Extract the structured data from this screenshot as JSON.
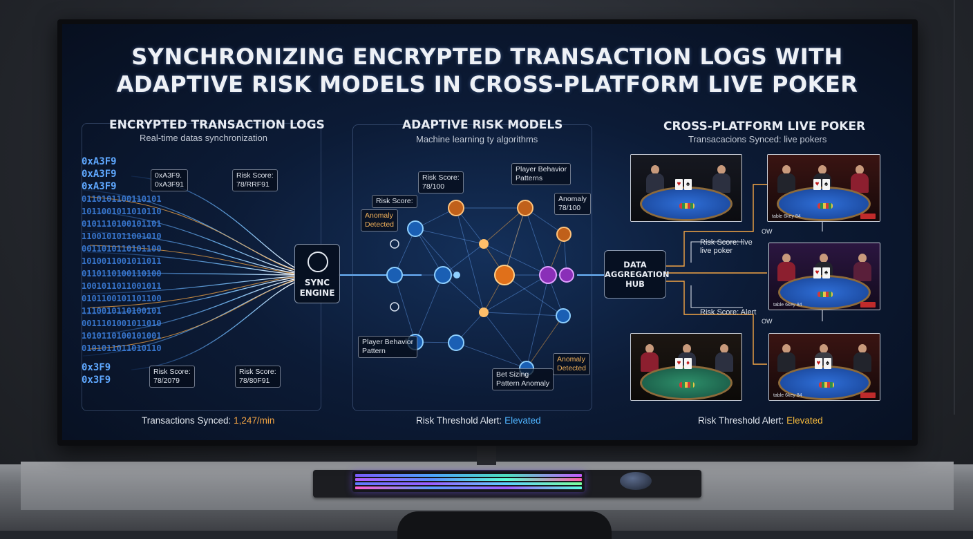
{
  "title": {
    "line1": "SYNCHRONIZING ENCRYPTED TRANSACTION LOGS WITH",
    "line2": "ADAPTIVE RISK MODELS IN CROSS-PLATFORM LIVE POKER"
  },
  "left_panel": {
    "title": "ENCRYPTED TRANSACTION LOGS",
    "subtitle": "Real-time datas synchronization",
    "hex_rows": [
      "0xA3F9",
      "0xA3F9",
      "0xA3F9"
    ],
    "hex_bottom": [
      "0x3F9",
      "0x3F9"
    ],
    "tags": {
      "hex_tag_line1": "0xA3F9.",
      "hex_tag_line2": "0xA3F91",
      "risk_top_line1": "Risk Score:",
      "risk_top_line2": "78/RRF91",
      "risk_bl_line1": "Risk Score:",
      "risk_bl_line2": "78/2079",
      "risk_br_line1": "Risk Score:",
      "risk_br_line2": "78/80F91"
    },
    "footer_label": "Transactions Synced: ",
    "footer_value": "1,247/min"
  },
  "sync_engine": {
    "line1": "SYNC",
    "line2": "ENGINE"
  },
  "center_panel": {
    "title": "ADAPTIVE RISK MODELS",
    "subtitle": "Machine learning ty algorithms",
    "tags": {
      "risk_top_line1": "Risk Score:",
      "risk_top_line2": "78/100",
      "behavior_top_line1": "Player Behavior",
      "behavior_top_line2": "Patterns",
      "risk_left": "Risk Score:",
      "anomaly_left_line1": "Anomaly",
      "anomaly_left_line2": "Detected",
      "anomaly_right_line1": "Anomaly",
      "anomaly_right_line2": "78/100",
      "behavior_bottom_line1": "Player Behavior",
      "behavior_bottom_line2": "Pattern",
      "bet_line1": "Bet Sizing",
      "bet_line2": "Pattern Anomaly",
      "anomaly_br_line1": "Anomaly",
      "anomaly_br_line2": "Detected"
    },
    "footer_label": "Risk Threshold Alert: ",
    "footer_value": "Elevated"
  },
  "hub": {
    "line1": "DATA",
    "line2": "AGGREGATION",
    "line3": "HUB"
  },
  "right_panel": {
    "title": "CROSS-PLATFORM LIVE POKER",
    "subtitle": "Transacacions Synced: live pokers",
    "labels": {
      "risk_live_line1": "Risk Score: live",
      "risk_live_line2": "live poker",
      "risk_alert": "Risk Score: Alert",
      "ow_top": "OW",
      "ow_bottom": "OW"
    },
    "feed_overlay_text": "table 6key 84",
    "footer_label": "Risk Threshold Alert: ",
    "footer_value": "Elevated"
  },
  "colors": {
    "accent_orange": "#f3a545",
    "accent_blue": "#4fb4ff",
    "screen_bg": "#0c1b36"
  }
}
